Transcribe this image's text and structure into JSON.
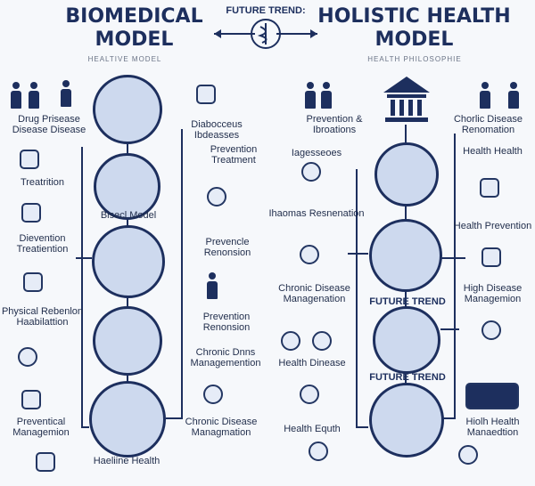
{
  "header": {
    "left_title": "BIOMEDICAL MODEL",
    "right_title": "HOLISTIC HEALTH MODEL",
    "center_title": "FUTURE TREND:",
    "left_subheader": "HEALTIVE MODEL",
    "right_subheader": "HEALTH PHILOSOPHIE"
  },
  "left_side": {
    "people_caption": "Drug Prisease Disease Disease",
    "top_right_caption": "Diabocceus Ibdeasses",
    "treatment_caption": "Treatrition",
    "model_caption": "Bisecl Model",
    "prevention_caption": "Prevention Treatment",
    "intervention_caption": "Dievention Treatiention",
    "prevention_renosion": "Prevencle Renonsion",
    "physical_caption": "Physical Rebenlon Haabilattion",
    "prevention_rbr": "Prevention Renonsion",
    "chronic_caption": "Chronic Dnns Managemention",
    "preventive_caption": "Preventical Managemion",
    "chronic_mgmt": "Chronic Disease Managmation",
    "healing_caption": "Haeliine Health"
  },
  "right_side": {
    "prevention_caption": "Prevention & Ibroations",
    "chronic_caption": "Chorlic Disease Renomation",
    "ingressores": "Iagesseoes",
    "health_caption": "Health Health",
    "increasing_caption": "Ihaomas Resnenation",
    "health_prevention": "Health Prevention",
    "chronic_mgmt": "Chronic Disease Managenation",
    "future_trend_a": "FUTURE TREND",
    "high_disease": "High Disease Managemion",
    "health_disease": "Health Dinease",
    "future_trend_b": "FUTURE TREND",
    "health_equity": "Health Equth",
    "high_health": "Hiolh Health Manaedtion"
  }
}
